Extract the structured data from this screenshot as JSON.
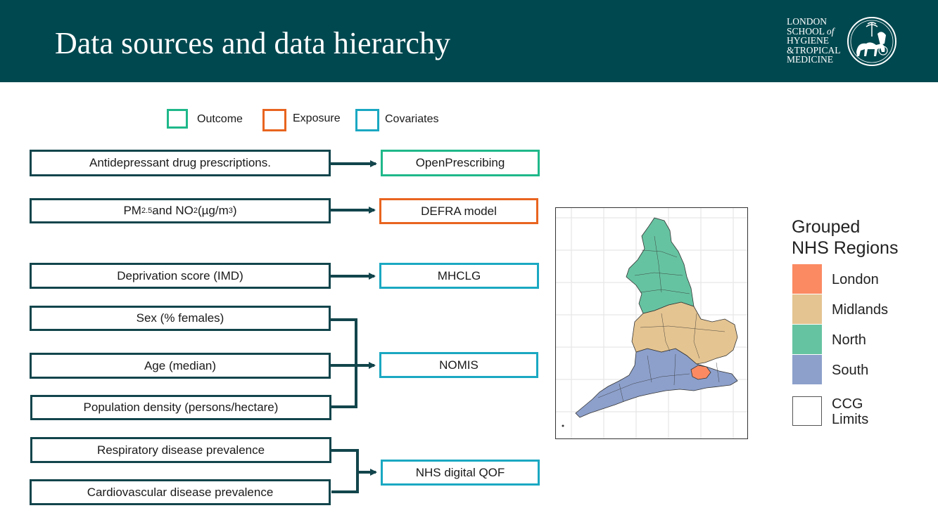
{
  "header": {
    "title": "Data sources and data hierarchy",
    "logo_lines": [
      "LONDON",
      "SCHOOL",
      "of",
      "HYGIENE",
      "&TROPICAL",
      "MEDICINE"
    ]
  },
  "legend": {
    "outcome": "Outcome",
    "exposure": "Exposure",
    "covariates": "Covariates",
    "colors": {
      "outcome": "#1fb88a",
      "exposure": "#e8641f",
      "covariates": "#1aa8c2"
    }
  },
  "variables": {
    "antidepressant": "Antidepressant drug prescriptions.",
    "pm": {
      "a": "PM",
      "a_sub": "2.5",
      "b": " and NO",
      "b_sub": "2",
      "c": " (µg/m",
      "c_sup": "3",
      "d": ")"
    },
    "deprivation": "Deprivation score (IMD)",
    "sex": "Sex (% females)",
    "age": "Age (median)",
    "density": "Population density (persons/hectare)",
    "respiratory": "Respiratory disease prevalence",
    "cardiovascular": "Cardiovascular  disease prevalence"
  },
  "sources": {
    "openprescribing": "OpenPrescribing",
    "defra": "DEFRA model",
    "mhclg": "MHCLG",
    "nomis": "NOMIS",
    "qof": "NHS digital QOF"
  },
  "map": {
    "legend_title_1": "Grouped",
    "legend_title_2": "NHS Regions",
    "regions": [
      {
        "label": "London",
        "color": "#fb8a62"
      },
      {
        "label": "Midlands",
        "color": "#e4c491"
      },
      {
        "label": "North",
        "color": "#66c3a1"
      },
      {
        "label": "South",
        "color": "#8da0cb"
      }
    ],
    "ccg_1": "CCG",
    "ccg_2": "Limits"
  }
}
